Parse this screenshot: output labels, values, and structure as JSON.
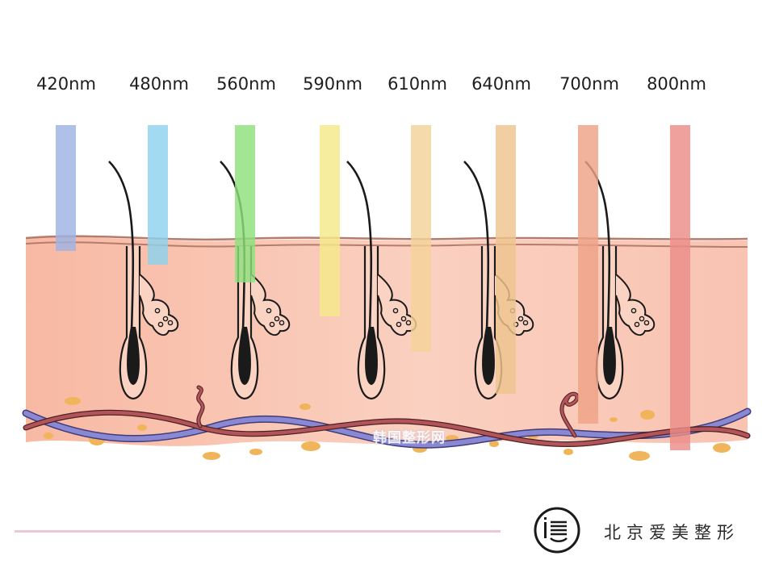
{
  "wavelengths": [
    {
      "label": "420nm",
      "color": "#9db3e4",
      "depth": "superficial"
    },
    {
      "label": "480nm",
      "color": "#8dd2ee",
      "depth": "shallow"
    },
    {
      "label": "560nm",
      "color": "#8ee07c",
      "depth": "epidermis"
    },
    {
      "label": "590nm",
      "color": "#f6ea8a",
      "depth": "upper-dermis"
    },
    {
      "label": "610nm",
      "color": "#f4d39a",
      "depth": "mid-dermis"
    },
    {
      "label": "640nm",
      "color": "#efc58e",
      "depth": "deep-dermis"
    },
    {
      "label": "700nm",
      "color": "#efa386",
      "depth": "deeper-dermis"
    },
    {
      "label": "800nm",
      "color": "#ec8c88",
      "depth": "subcutaneous"
    }
  ],
  "colors": {
    "epidermis_line": "#b57c6c",
    "dermis_fill": "#f9c8b5",
    "artery": "#b2545a",
    "vein": "#8a88d2",
    "fat": "#f0b55a",
    "hair": "#1a1a1a"
  },
  "watermark": "韩国整形网",
  "brand": {
    "name": "北京爱美整形",
    "logo_icon": "brand-logo-icon"
  }
}
